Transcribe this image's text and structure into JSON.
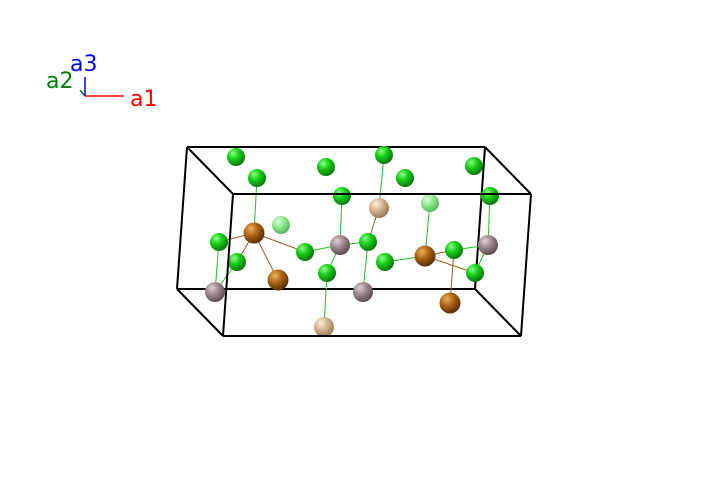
{
  "axes": {
    "a1": {
      "label": "a1",
      "color": "#ff0000"
    },
    "a2": {
      "label": "a2",
      "color": "#008000"
    },
    "a3": {
      "label": "a3",
      "color": "#0000ff"
    }
  },
  "atom_colors": {
    "green": "#18d018",
    "green_faded": "#88e888",
    "brown": "#b06818",
    "mauve": "#a08c92",
    "tan": "#d8b894"
  },
  "bond_colors": {
    "green": "#22c022",
    "brown": "#9a5a1a"
  },
  "cell_edge_color": "#000000"
}
